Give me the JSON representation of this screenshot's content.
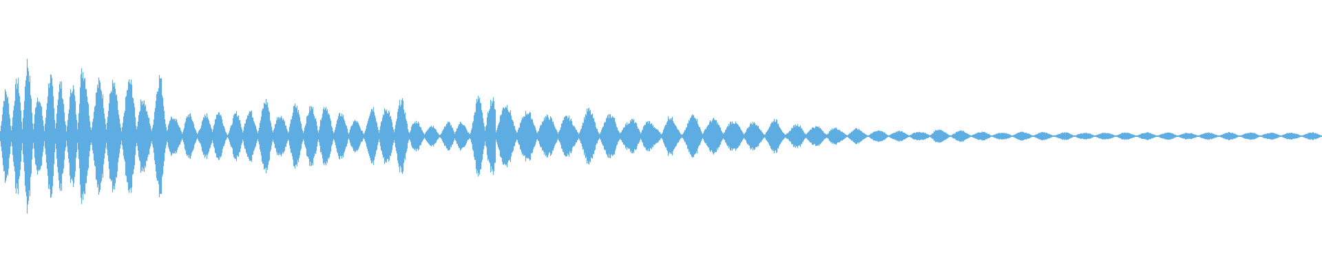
{
  "waveform": {
    "color": "#5dade2",
    "background": "#ffffff",
    "envelope": [
      0.55,
      0.62,
      0.98,
      0.45,
      0.88,
      0.5,
      0.92,
      0.6,
      0.85,
      0.48,
      0.82,
      0.35,
      0.8,
      0.2,
      0.3,
      0.18,
      0.44,
      0.12,
      0.4,
      0.3,
      0.48,
      0.25,
      0.4,
      0.35,
      0.45,
      0.3,
      0.28,
      0.15,
      0.42,
      0.35,
      0.48,
      0.2,
      0.15,
      0.1,
      0.25,
      0.12,
      0.6,
      0.45,
      0.4,
      0.3,
      0.33,
      0.25,
      0.3,
      0.2,
      0.35,
      0.22,
      0.3,
      0.18,
      0.3,
      0.12,
      0.28,
      0.12,
      0.3,
      0.2,
      0.24,
      0.18,
      0.2,
      0.14,
      0.22,
      0.1,
      0.18,
      0.12,
      0.14,
      0.08,
      0.1,
      0.06,
      0.08,
      0.06,
      0.07,
      0.05,
      0.1,
      0.06,
      0.07,
      0.05,
      0.06,
      0.04,
      0.06,
      0.05,
      0.05,
      0.04,
      0.05,
      0.04,
      0.05,
      0.04,
      0.05,
      0.04,
      0.05,
      0.04,
      0.05,
      0.04,
      0.05,
      0.04,
      0.05,
      0.04,
      0.05,
      0.04,
      0.05,
      0.04,
      0.05,
      0.04
    ]
  }
}
